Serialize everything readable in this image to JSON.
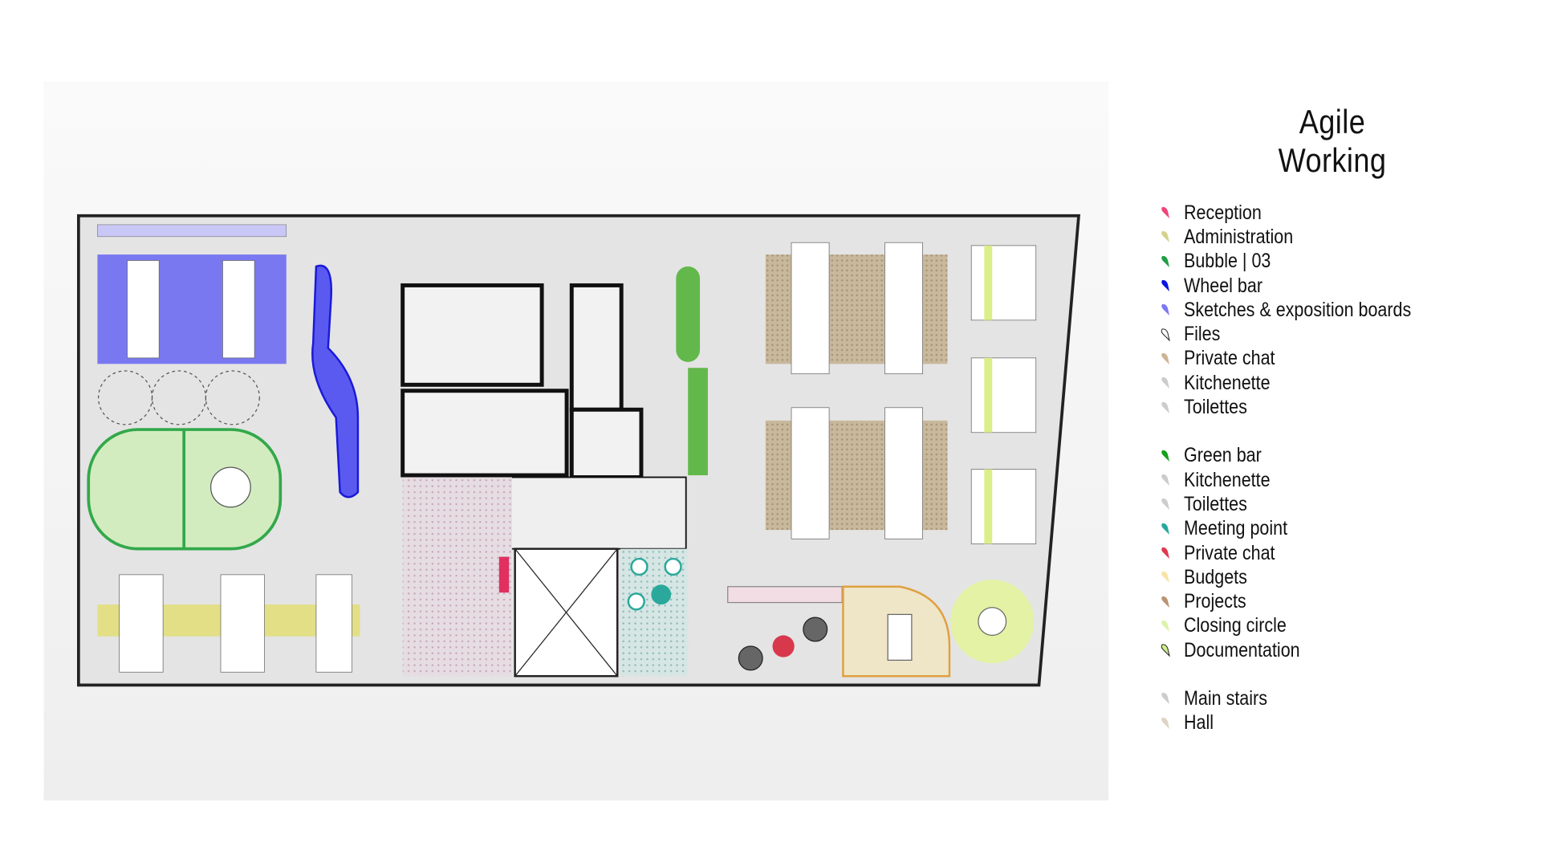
{
  "title": "Agile Working",
  "legend": [
    {
      "items": [
        {
          "label": "Reception",
          "color": "#f0457a"
        },
        {
          "label": "Administration",
          "color": "#d4d28a"
        },
        {
          "label": "Bubble | 03",
          "color": "#1f9e45"
        },
        {
          "label": "Wheel bar",
          "color": "#0a14e6"
        },
        {
          "label": "Sketches & exposition boards",
          "color": "#7b78f4"
        },
        {
          "label": "Files",
          "color": "#ffffff",
          "outline": true
        },
        {
          "label": "Private chat",
          "color": "#cdb494"
        },
        {
          "label": "Kitchenette",
          "color": "#cccccc"
        },
        {
          "label": "Toilettes",
          "color": "#cccccc"
        }
      ]
    },
    {
      "items": [
        {
          "label": "Green bar",
          "color": "#12a01a"
        },
        {
          "label": "Kitchenette",
          "color": "#cccccc"
        },
        {
          "label": "Toilettes",
          "color": "#cccccc"
        },
        {
          "label": "Meeting point",
          "color": "#28a89c"
        },
        {
          "label": "Private chat",
          "color": "#e0384e"
        },
        {
          "label": "Budgets",
          "color": "#f9e3a4"
        },
        {
          "label": "Projects",
          "color": "#b99474"
        },
        {
          "label": "Closing circle",
          "color": "#dcf2a8"
        },
        {
          "label": "Documentation",
          "color": "#cdee8c",
          "outline": true
        }
      ]
    },
    {
      "items": [
        {
          "label": "Main stairs",
          "color": "#cccccc"
        },
        {
          "label": "Hall",
          "color": "#ddd4c4"
        }
      ]
    }
  ]
}
